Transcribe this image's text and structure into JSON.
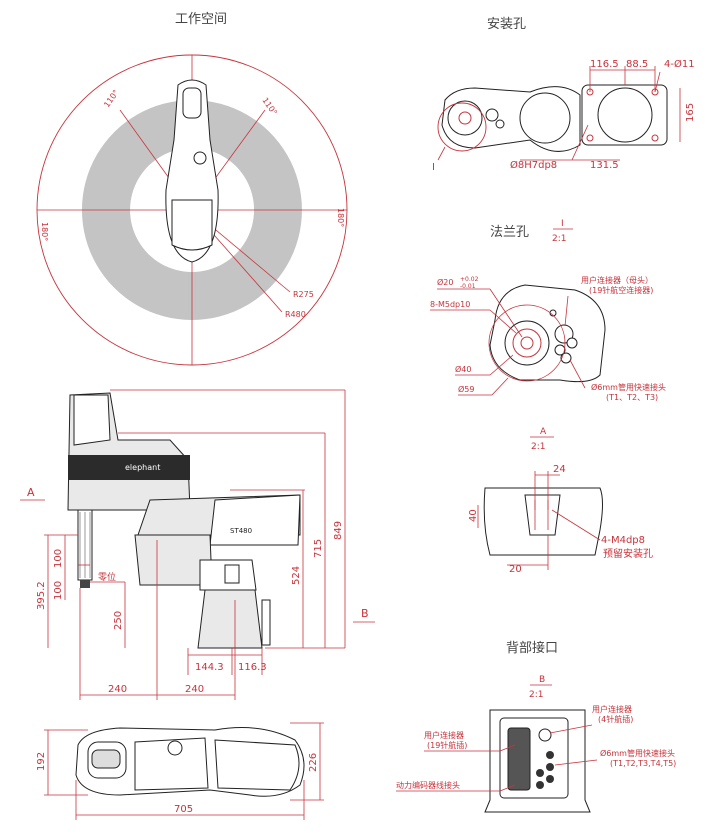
{
  "titles": {
    "workspace": "工作空间",
    "mount_holes": "安装孔",
    "flange_holes": "法兰孔",
    "back_interface": "背部接口"
  },
  "workspace": {
    "angle_left": "110°",
    "angle_right": "110°",
    "angle_side_left": "180°",
    "angle_side_right": "180°",
    "r_inner": "R275",
    "r_outer": "R480"
  },
  "mount": {
    "d1": "116.5",
    "d2": "88.5",
    "holes": "4-Ø11",
    "height": "165",
    "width": "131.5",
    "pin": "Ø8H7dp8",
    "detail_mark": "I"
  },
  "flange": {
    "scale_num": "I",
    "scale_den": "2:1",
    "d20": "Ø20",
    "d20_tol_up": "+0.02",
    "d20_tol_dn": "-0.01",
    "tapped": "8-M5dp10",
    "d40": "Ø40",
    "d59": "Ø59",
    "user_conn": "用户连接器（母头）",
    "user_conn_sub": "(19针航空连接器)",
    "air": "Ø6mm管用快速接头",
    "air_sub": "(T1、T2、T3)"
  },
  "sectionA": {
    "num": "A",
    "den": "2:1",
    "d24": "24",
    "d40": "40",
    "d20": "20",
    "holes": "4-M4dp8",
    "note": "预留安装孔"
  },
  "side": {
    "brand": "elephant",
    "model": "ST480",
    "a": "A",
    "b": "B",
    "d849": "849",
    "d715": "715",
    "d524": "524",
    "d395": "395.2",
    "d100a": "100",
    "d100b": "100",
    "zero": "零位",
    "d250": "250",
    "d144": "144.3",
    "d116": "116.3",
    "d240a": "240",
    "d240b": "240"
  },
  "top": {
    "d192": "192",
    "d226": "226",
    "d705": "705"
  },
  "back": {
    "num": "B",
    "den": "2:1",
    "user_conn": "用户连接器",
    "user_conn_sub": "(19针航插)",
    "user_conn2": "用户连接器",
    "user_conn2_sub": "(4针航插)",
    "air": "Ø6mm管用快速接头",
    "air_sub": "(T1,T2,T3,T4,T5)",
    "power": "动力编码器线接头"
  }
}
